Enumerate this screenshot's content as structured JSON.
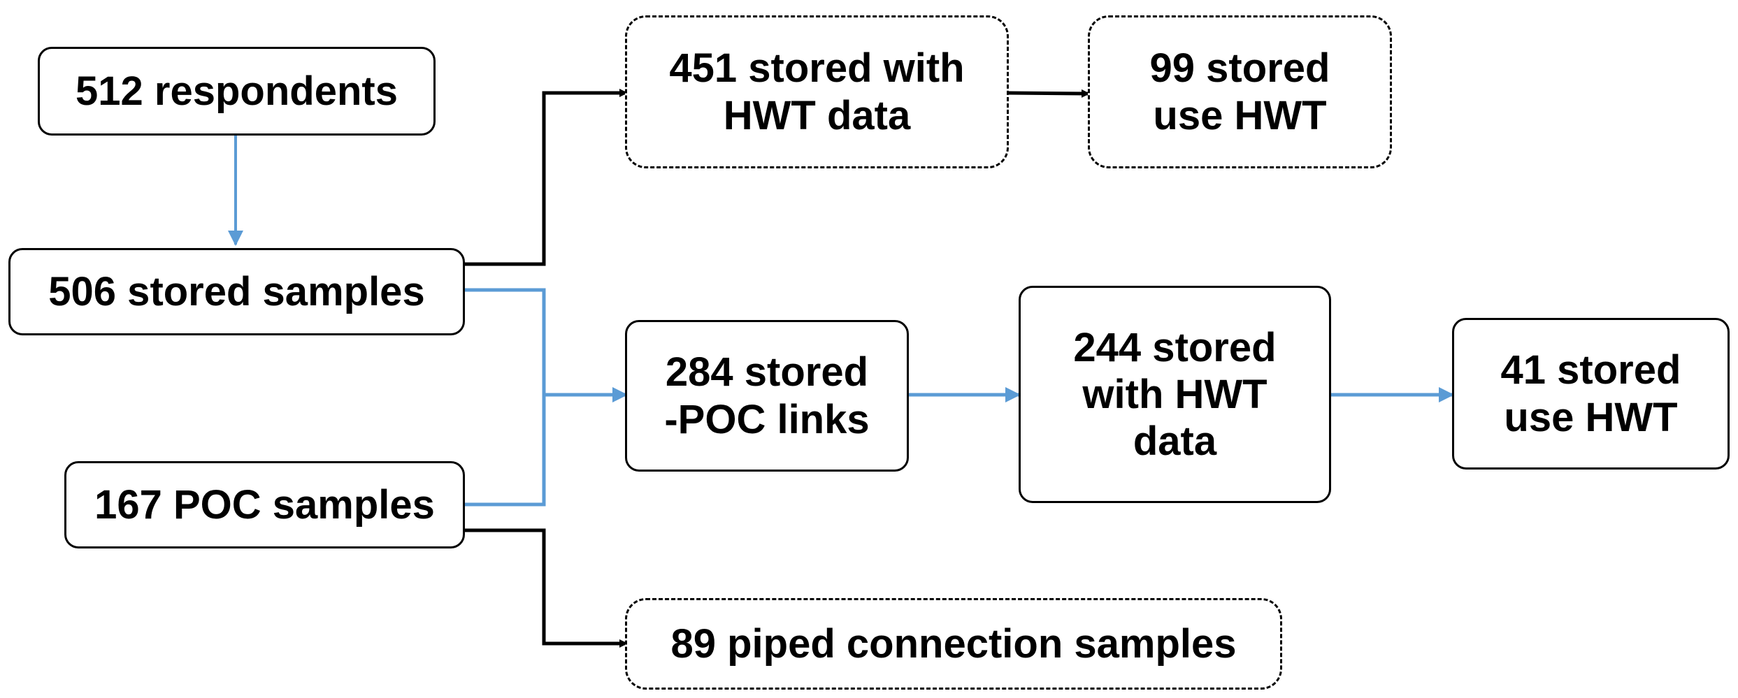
{
  "diagram": {
    "nodes": {
      "respondents": "512 respondents",
      "stored_samples": "506 stored samples",
      "poc_samples": "167 POC samples",
      "stored_hwt_data": "451 stored with\nHWT data",
      "stored_use_hwt": "99 stored\nuse HWT",
      "stored_poc_links": "284 stored\n-POC links",
      "linked_hwt_data": "244 stored\nwith HWT\ndata",
      "linked_use_hwt": "41 stored\nuse HWT",
      "piped_samples": "89 piped connection samples"
    },
    "colors": {
      "black_edge": "#000000",
      "blue_edge": "#5b9bd5",
      "node_border": "#000000"
    }
  }
}
